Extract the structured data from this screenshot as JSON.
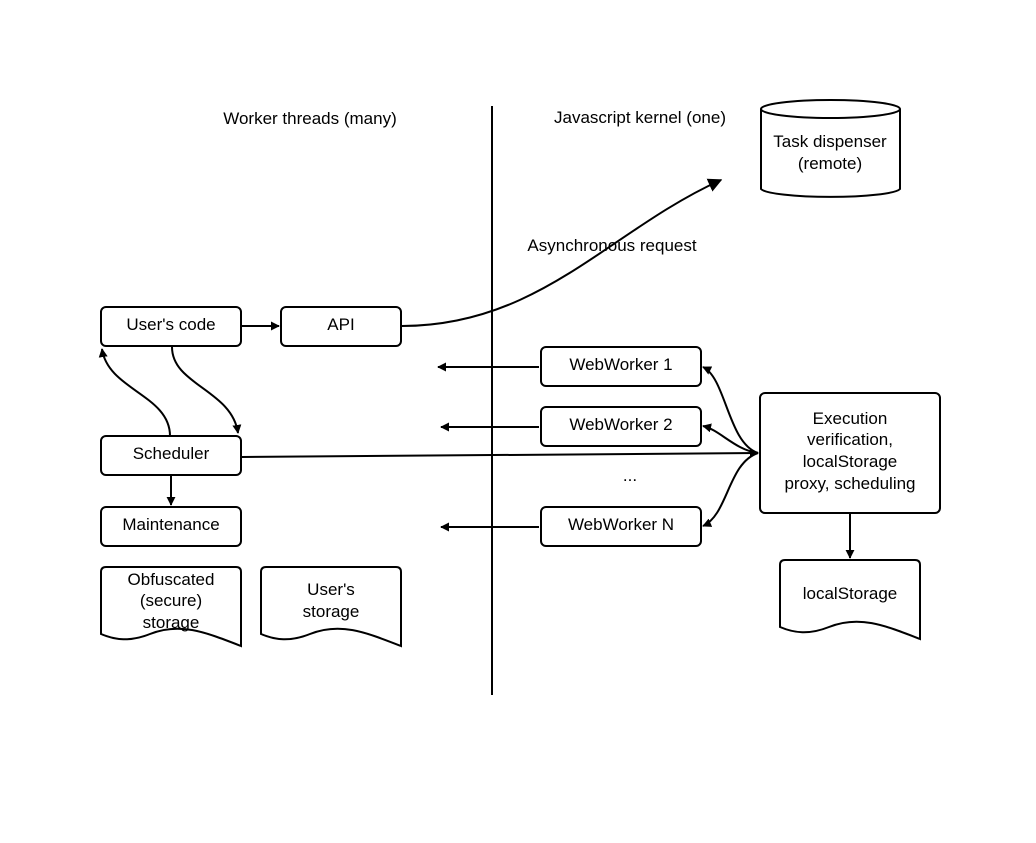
{
  "headers": {
    "worker_threads": "Worker threads (many)",
    "javascript_kernel": "Javascript kernel (one)"
  },
  "nodes": {
    "users_code": "User's code",
    "api": "API",
    "scheduler": "Scheduler",
    "maintenance": "Maintenance",
    "obfuscated_storage": [
      "Obfuscated",
      "(secure)",
      "storage"
    ],
    "users_storage": [
      "User's",
      "storage"
    ],
    "task_dispenser": [
      "Task dispenser",
      "(remote)"
    ],
    "webworker_1": "WebWorker 1",
    "webworker_2": "WebWorker 2",
    "webworker_ellipsis": "...",
    "webworker_n": "WebWorker N",
    "execution": [
      "Execution",
      "verification,",
      "localStorage",
      "proxy, scheduling"
    ],
    "local_storage": "localStorage"
  },
  "edge_labels": {
    "async_request": "Asynchronous request"
  },
  "colors": {
    "stroke": "#000000",
    "fill": "#ffffff"
  }
}
